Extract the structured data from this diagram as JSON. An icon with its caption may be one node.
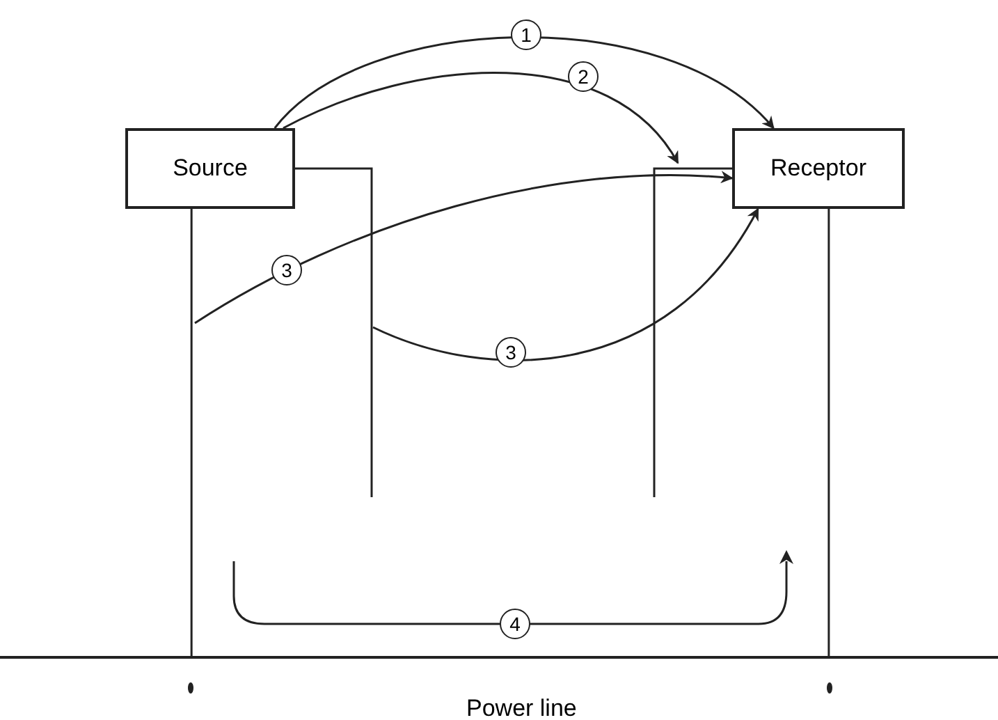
{
  "diagram": {
    "nodes": [
      {
        "text": [
          "Source"
        ]
      },
      {
        "text": [
          "Receptor"
        ]
      },
      {
        "text": [],
        "shape": "bar"
      }
    ],
    "edges": [
      {
        "from": 0,
        "to": 1,
        "arrow": "to",
        "label": "1"
      },
      {
        "from": 0,
        "to": null,
        "arrow": "to",
        "label": "2"
      },
      {
        "from": null,
        "to": 1,
        "arrow": "to",
        "label": "3"
      },
      {
        "from": null,
        "to": 1,
        "arrow": "to",
        "label": "3"
      },
      {
        "from": 0,
        "to": 2,
        "arrow": "none"
      },
      {
        "from": 1,
        "to": 2,
        "arrow": "none"
      },
      {
        "from": 0,
        "to": null,
        "arrow": "none"
      },
      {
        "from": 1,
        "to": null,
        "arrow": "none"
      }
    ],
    "labels": [
      "4",
      "Power line"
    ]
  }
}
